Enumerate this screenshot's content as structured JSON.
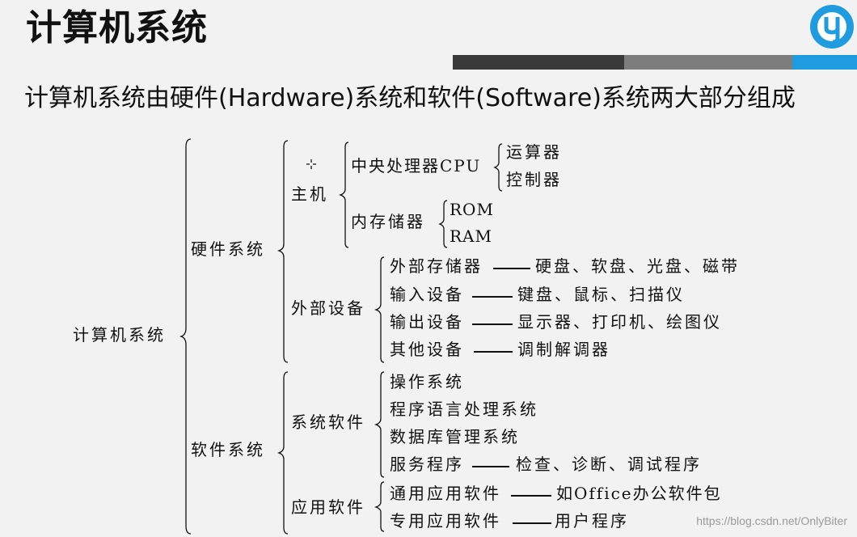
{
  "page": {
    "title": "计算机系统",
    "subtitle": "计算机系统由硬件(Hardware)系统和软件(Software)系统两大部分组成",
    "watermark": "https://blog.csdn.net/OnlyBiter",
    "colors": {
      "band_dark": "#3a3a3a",
      "band_mid": "#7d7d7d",
      "band_accent": "#1f9ce0",
      "logo": "#1f9ce0"
    }
  },
  "diagram": {
    "root": "计算机系统",
    "hardware": {
      "label": "硬件系统",
      "host": {
        "label": "主机",
        "cpu": {
          "label": "中央处理器CPU",
          "children": [
            "运算器",
            "控制器"
          ]
        },
        "memory": {
          "label": "内存储器",
          "children": [
            "ROM",
            "RAM"
          ]
        }
      },
      "peripheral": {
        "label": "外部设备",
        "items": [
          {
            "name": "外部存储器",
            "examples": "硬盘、软盘、光盘、磁带"
          },
          {
            "name": "输入设备",
            "examples": "键盘、鼠标、扫描仪"
          },
          {
            "name": "输出设备",
            "examples": "显示器、打印机、绘图仪"
          },
          {
            "name": "其他设备",
            "examples": "调制解调器"
          }
        ]
      }
    },
    "software": {
      "label": "软件系统",
      "system": {
        "label": "系统软件",
        "items": [
          {
            "name": "操作系统"
          },
          {
            "name": "程序语言处理系统"
          },
          {
            "name": "数据库管理系统"
          },
          {
            "name": "服务程序",
            "examples": "检查、诊断、调试程序"
          }
        ]
      },
      "application": {
        "label": "应用软件",
        "items": [
          {
            "name": "通用应用软件",
            "examples": "如Office办公软件包"
          },
          {
            "name": "专用应用软件",
            "examples": "用户程序"
          }
        ]
      }
    }
  }
}
